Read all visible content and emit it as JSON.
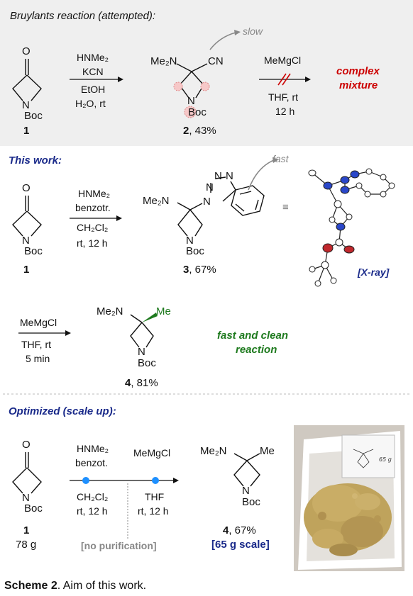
{
  "top": {
    "title": "Bruylants reaction (attempted):",
    "cond1": [
      "HNMe₂",
      "KCN",
      "EtOH",
      "H₂O, rt"
    ],
    "cond2": [
      "MeMgCl",
      "THF, rt",
      "12 h"
    ],
    "slow": "slow",
    "result": [
      "complex",
      "mixture"
    ],
    "sm_label": "1",
    "p2_label": "2",
    "p2_yield": ", 43%"
  },
  "work": {
    "title": "This work:",
    "cond1": [
      "HNMe₂",
      "benzotr.",
      "CH₂Cl₂",
      "rt, 12 h"
    ],
    "fast": "fast",
    "equiv": "≡",
    "xray": "[X-ray]",
    "sm_label": "1",
    "p3_label": "3",
    "p3_yield": ", 67%",
    "cond2": [
      "MeMgCl",
      "THF, rt",
      "5 min"
    ],
    "p4_label": "4",
    "p4_yield": ", 81%",
    "result": [
      "fast and clean",
      "reaction"
    ]
  },
  "opt": {
    "title": "Optimized (scale up):",
    "cond_a": [
      "HNMe₂",
      "benzot.",
      "CH₂Cl₂",
      "rt, 12 h"
    ],
    "cond_b": [
      "MeMgCl",
      "THF",
      "rt, 12 h"
    ],
    "sm_label": "1",
    "sm_amount": "78 g",
    "no_purification": "[no purification]",
    "p4_label": "4",
    "p4_yield": ", 67%",
    "scale": "[65 g scale]",
    "vial_note": "65 g"
  },
  "atoms": {
    "O": "O",
    "N": "N",
    "Boc": "Boc",
    "Me2N": "Me₂N",
    "CN": "CN",
    "Me": "Me"
  },
  "caption": {
    "bold": "Scheme 2",
    "text": ". Aim of this work."
  },
  "colors": {
    "panel_bg": "#efefef",
    "red": "#cc0000",
    "green": "#1e7a1e",
    "navy": "#1a2a8a",
    "dot_blue": "#1e90ff"
  }
}
